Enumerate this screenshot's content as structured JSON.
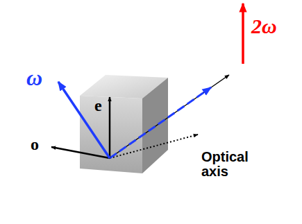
{
  "diagram": {
    "labels": [
      "2ω",
      "ω",
      "e",
      "o",
      "Optical axis"
    ]
  }
}
